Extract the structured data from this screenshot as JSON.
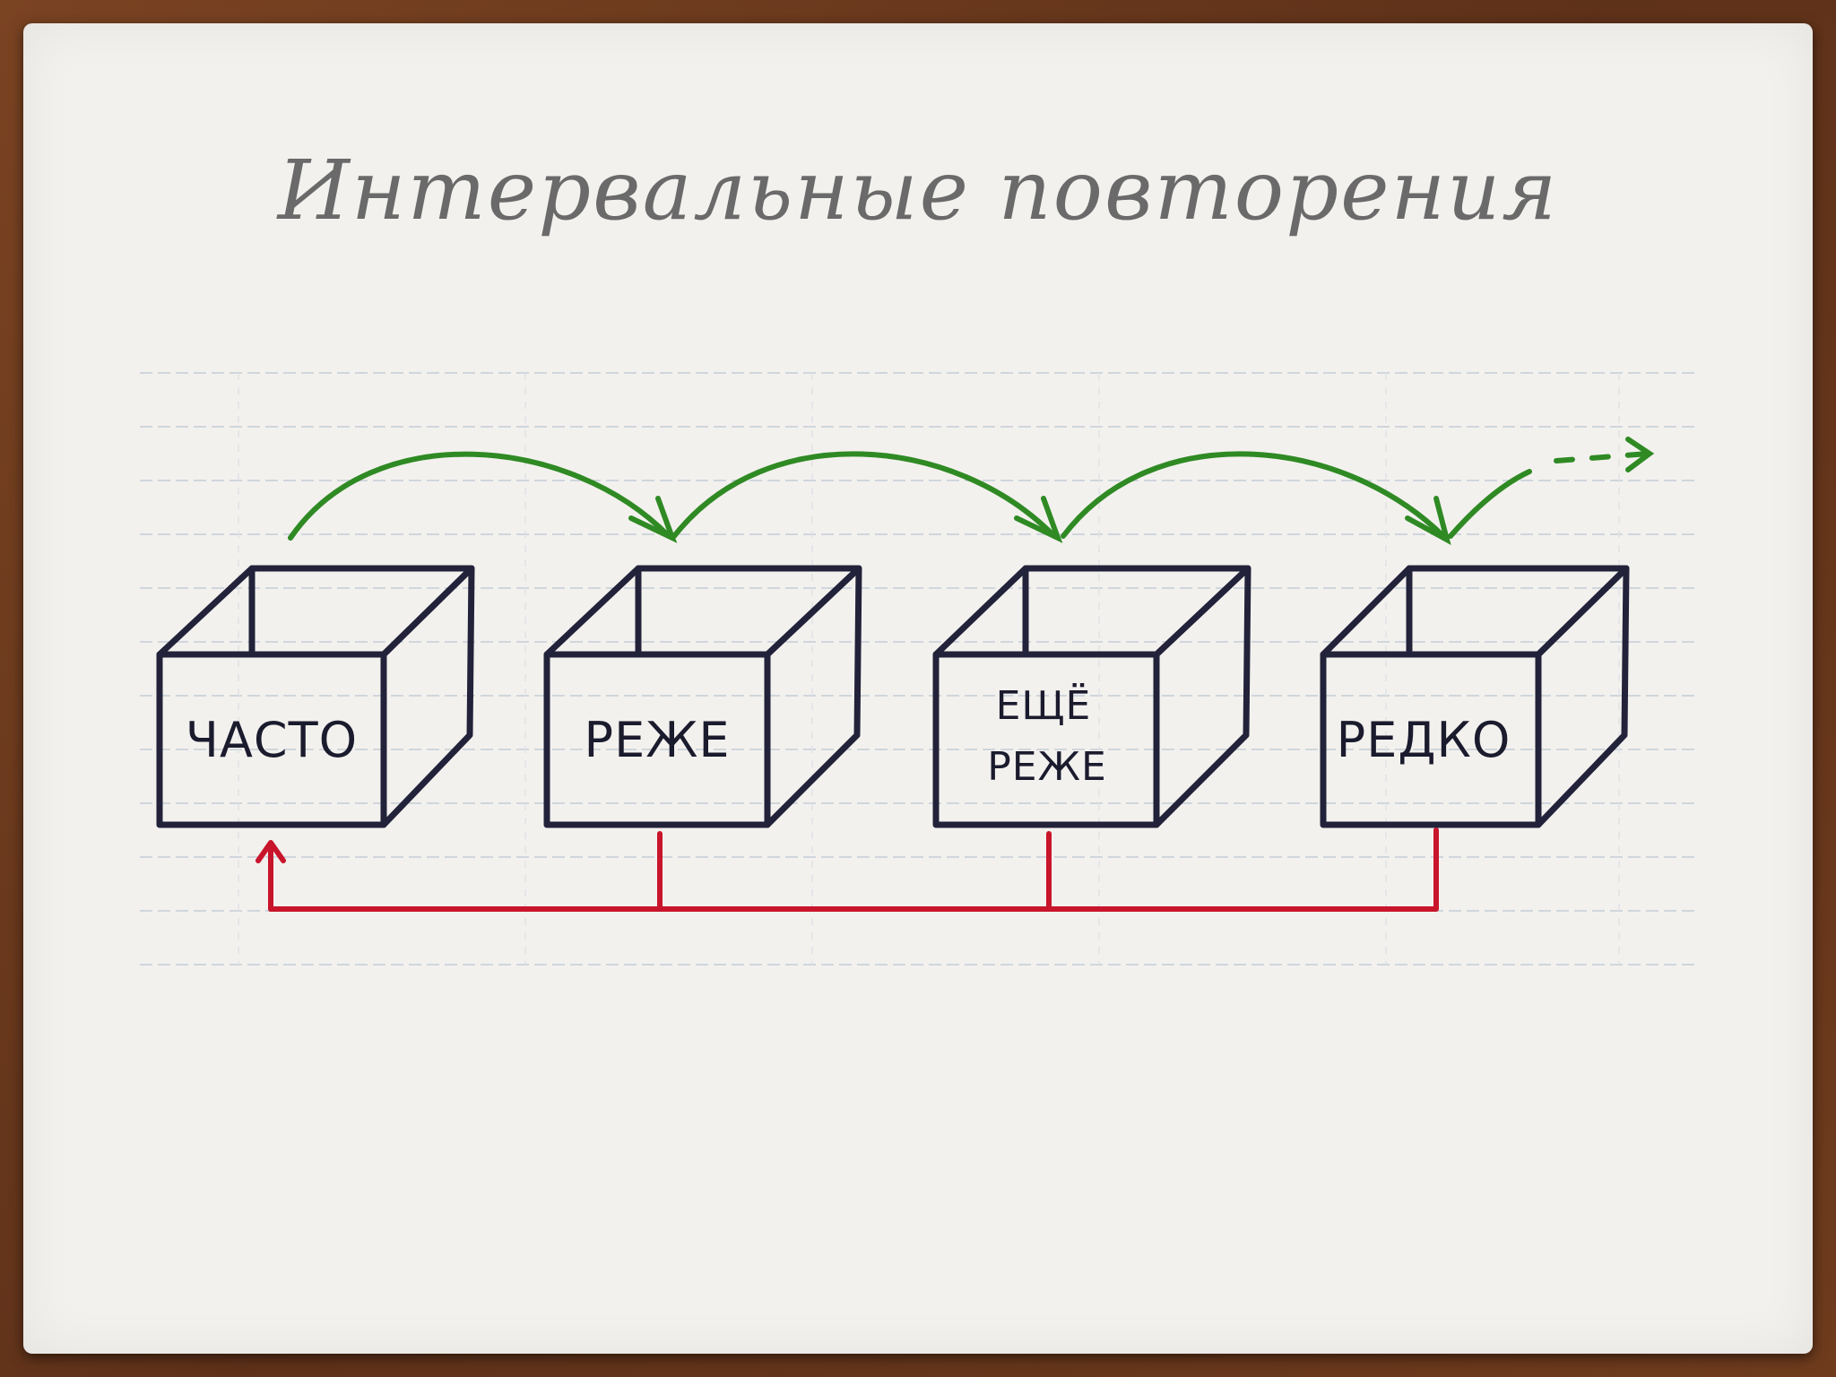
{
  "title": "Интервальные повторения",
  "boxes": [
    {
      "lines": [
        "ЧАСТО"
      ]
    },
    {
      "lines": [
        "РЕЖЕ"
      ]
    },
    {
      "lines": [
        "ЕЩЁ",
        "РЕЖЕ"
      ]
    },
    {
      "lines": [
        "РЕДКО"
      ]
    }
  ],
  "colors": {
    "promote_arrows": "#2f8a24",
    "demote_line": "#c8152b",
    "box_outline": "#22223a",
    "title": "#6a6a6a"
  }
}
